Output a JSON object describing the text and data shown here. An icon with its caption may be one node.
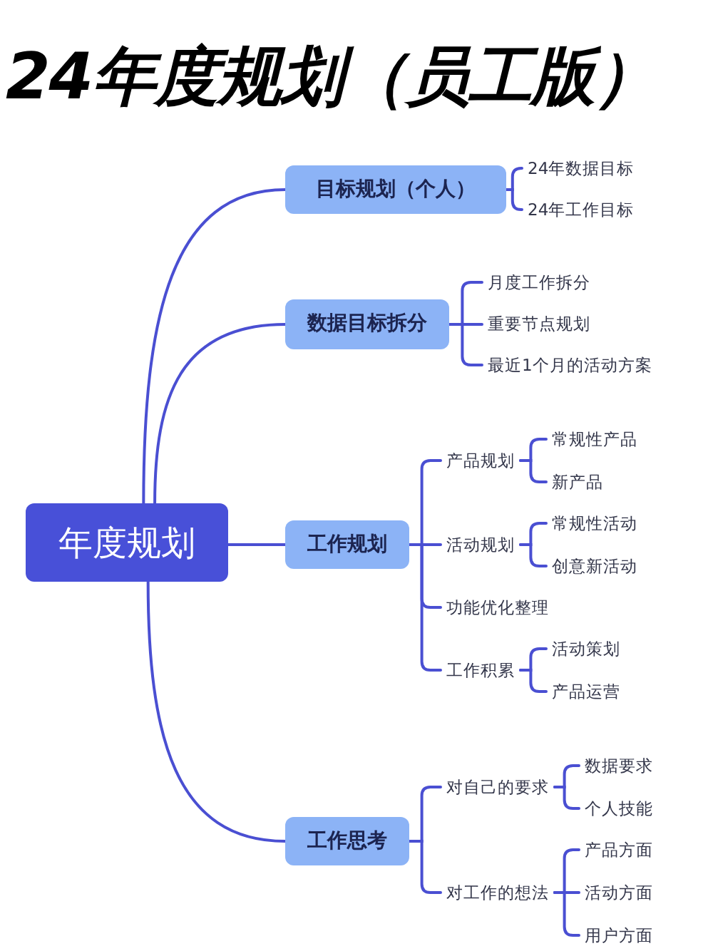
{
  "diagram": {
    "title": "24年度规划（员工版）",
    "nodes": [
      {
        "text": [
          "年度规划"
        ]
      },
      {
        "text": [
          "目标规划（个人）"
        ]
      },
      {
        "text": [
          "24年数据目标"
        ]
      },
      {
        "text": [
          "24年工作目标"
        ]
      },
      {
        "text": [
          "数据目标拆分"
        ]
      },
      {
        "text": [
          "月度工作拆分"
        ]
      },
      {
        "text": [
          "重要节点规划"
        ]
      },
      {
        "text": [
          "最近1个月的活动方案"
        ]
      },
      {
        "text": [
          "工作规划"
        ]
      },
      {
        "text": [
          "产品规划"
        ]
      },
      {
        "text": [
          "常规性产品"
        ]
      },
      {
        "text": [
          "新产品"
        ]
      },
      {
        "text": [
          "活动规划"
        ]
      },
      {
        "text": [
          "常规性活动"
        ]
      },
      {
        "text": [
          "创意新活动"
        ]
      },
      {
        "text": [
          "功能优化整理"
        ]
      },
      {
        "text": [
          "工作积累"
        ]
      },
      {
        "text": [
          "活动策划"
        ]
      },
      {
        "text": [
          "产品运营"
        ]
      },
      {
        "text": [
          "工作思考"
        ]
      },
      {
        "text": [
          "对自己的要求"
        ]
      },
      {
        "text": [
          "数据要求"
        ]
      },
      {
        "text": [
          "个人技能"
        ]
      },
      {
        "text": [
          "对工作的想法"
        ]
      },
      {
        "text": [
          "产品方面"
        ]
      },
      {
        "text": [
          "活动方面"
        ]
      },
      {
        "text": [
          "用户方面"
        ]
      }
    ],
    "edges": [
      {
        "from": 0,
        "to": 1,
        "arrow": "none"
      },
      {
        "from": 1,
        "to": 2,
        "arrow": "none"
      },
      {
        "from": 1,
        "to": 3,
        "arrow": "none"
      },
      {
        "from": 0,
        "to": 4,
        "arrow": "none"
      },
      {
        "from": 4,
        "to": 5,
        "arrow": "none"
      },
      {
        "from": 4,
        "to": 6,
        "arrow": "none"
      },
      {
        "from": 4,
        "to": 7,
        "arrow": "none"
      },
      {
        "from": 0,
        "to": 8,
        "arrow": "none"
      },
      {
        "from": 8,
        "to": 9,
        "arrow": "none"
      },
      {
        "from": 9,
        "to": 10,
        "arrow": "none"
      },
      {
        "from": 9,
        "to": 11,
        "arrow": "none"
      },
      {
        "from": 8,
        "to": 12,
        "arrow": "none"
      },
      {
        "from": 12,
        "to": 13,
        "arrow": "none"
      },
      {
        "from": 12,
        "to": 14,
        "arrow": "none"
      },
      {
        "from": 8,
        "to": 15,
        "arrow": "none"
      },
      {
        "from": 8,
        "to": 16,
        "arrow": "none"
      },
      {
        "from": 16,
        "to": 17,
        "arrow": "none"
      },
      {
        "from": 16,
        "to": 18,
        "arrow": "none"
      },
      {
        "from": 0,
        "to": 19,
        "arrow": "none"
      },
      {
        "from": 19,
        "to": 20,
        "arrow": "none"
      },
      {
        "from": 20,
        "to": 21,
        "arrow": "none"
      },
      {
        "from": 20,
        "to": 22,
        "arrow": "none"
      },
      {
        "from": 19,
        "to": 23,
        "arrow": "none"
      },
      {
        "from": 23,
        "to": 24,
        "arrow": "none"
      },
      {
        "from": 23,
        "to": 25,
        "arrow": "none"
      },
      {
        "from": 23,
        "to": 26,
        "arrow": "none"
      }
    ]
  }
}
